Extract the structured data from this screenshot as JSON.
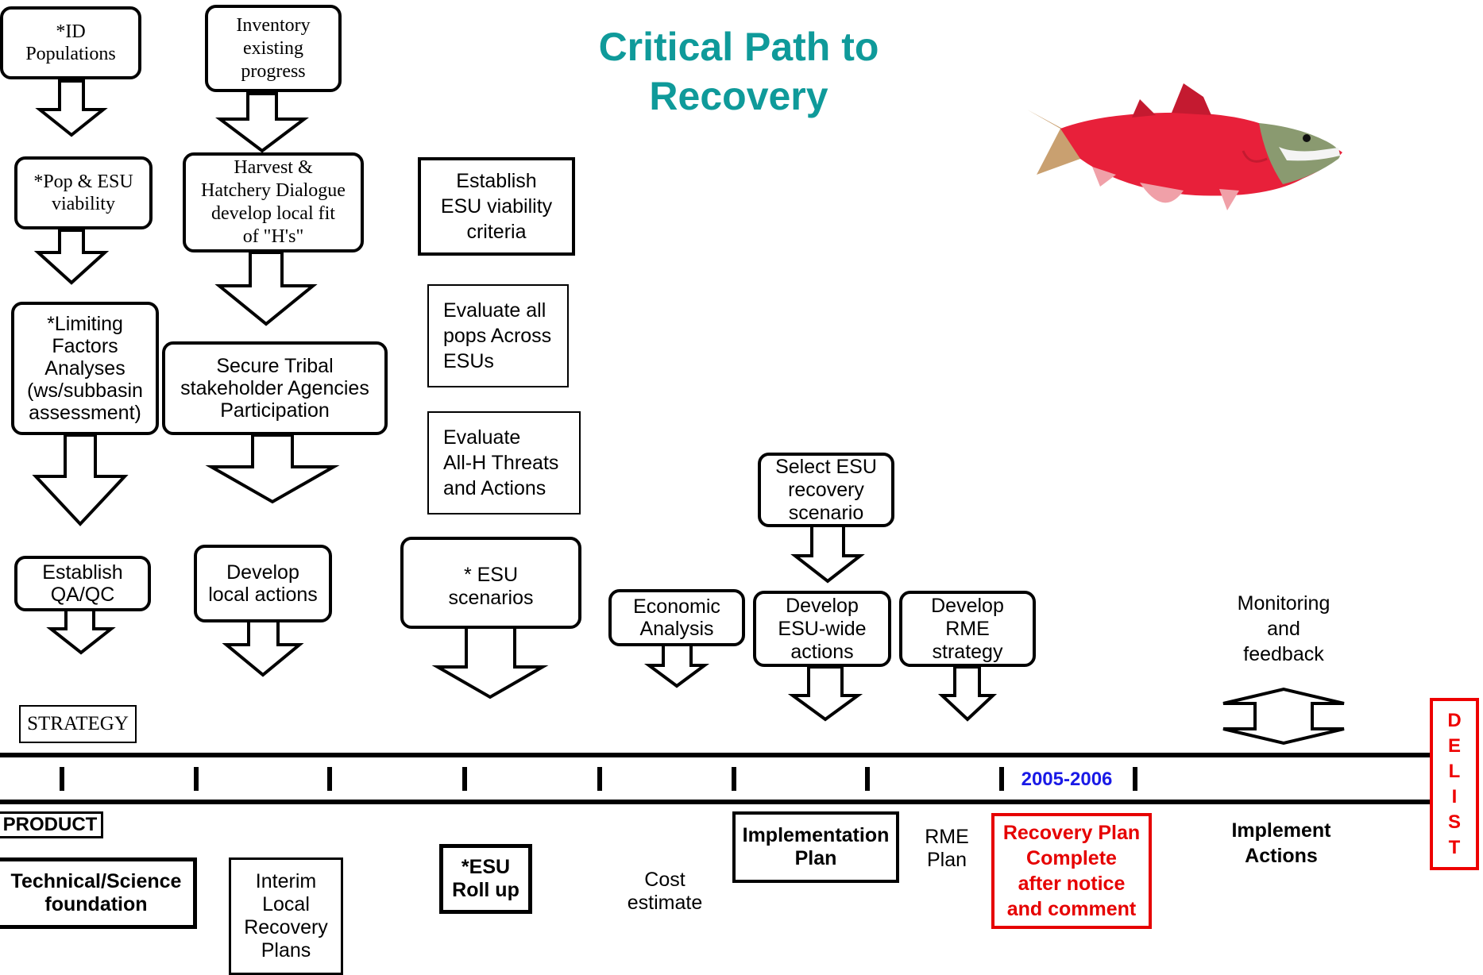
{
  "title": "Critical Path to\nRecovery",
  "colors": {
    "title": "#0f9a9a",
    "highlight": "#e60000",
    "date": "#1a1ae6",
    "fish_body": "#e8203a",
    "fish_head": "#8a9a70"
  },
  "icons": {
    "fish": "sockeye-salmon-icon"
  },
  "steps": {
    "id_populations": "*ID\nPopulations",
    "inventory": "Inventory\nexisting\nprogress",
    "pop_esu_viability": "*Pop & ESU\nviability",
    "harvest_hatchery": "Harvest &\nHatchery Dialogue\ndevelop local fit\nof \"H's\"",
    "limiting_factors": "*Limiting\nFactors\nAnalyses\n(ws/subbasin\nassessment)",
    "secure_tribal": "Secure Tribal\nstakeholder Agencies\nParticipation",
    "establish_esu_criteria": "Establish\nESU viability\ncriteria",
    "evaluate_pops": "Evaluate all\npops Across\nESUs",
    "evaluate_threats": "Evaluate\nAll-H  Threats\nand Actions",
    "establish_qaqc": "Establish\nQA/QC",
    "develop_local": "Develop\nlocal actions",
    "esu_scenarios": "* ESU\nscenarios",
    "economic_analysis": "Economic\nAnalysis",
    "select_esu_scenario": "Select ESU\nrecovery\nscenario",
    "develop_esu_wide": "Develop\nESU-wide\nactions",
    "develop_rme": "Develop\nRME\nstrategy",
    "monitoring_feedback": "Monitoring\nand\nfeedback"
  },
  "labels": {
    "strategy": "STRATEGY",
    "product": "PRODUCT",
    "timeline_date": "2005-2006"
  },
  "products": {
    "technical_science": "Technical/Science\nfoundation",
    "interim_local": "Interim\nLocal\nRecovery\nPlans",
    "esu_rollup": "*ESU\nRoll up",
    "cost_estimate": "Cost\nestimate",
    "implementation_plan": "Implementation\nPlan",
    "rme_plan": "RME\nPlan",
    "recovery_plan_complete": "Recovery Plan\nComplete\nafter notice\nand comment",
    "implement_actions": "Implement\nActions"
  },
  "delist": [
    "D",
    "E",
    "L",
    "I",
    "S",
    "T"
  ]
}
